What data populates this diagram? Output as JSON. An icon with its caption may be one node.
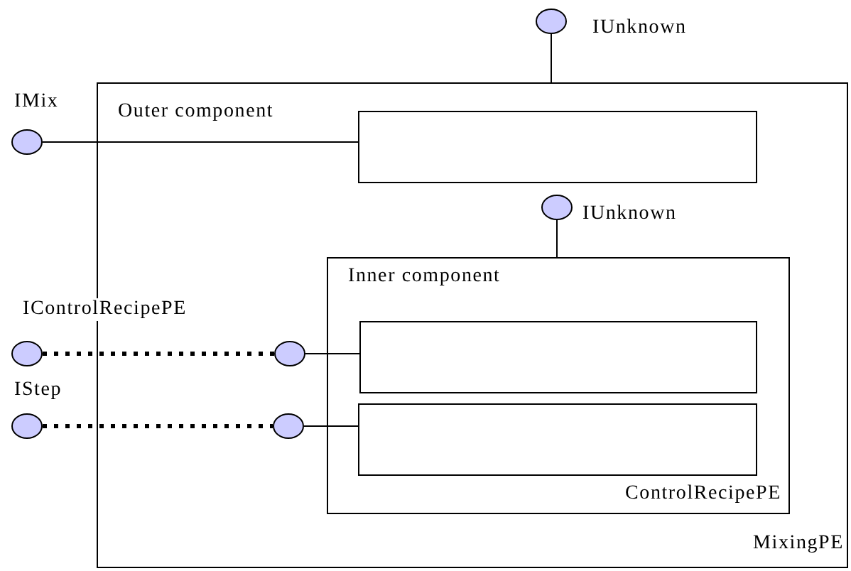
{
  "diagram": {
    "nodes": [
      {
        "text": [
          "Outer component",
          "MixingPE"
        ]
      },
      {
        "text": [],
        "shape": "circle",
        "beside": [
          "IUnknown"
        ]
      },
      {
        "text": [],
        "shape": "circle",
        "beside": [
          "IMix"
        ]
      },
      {
        "text": [],
        "shape": "box",
        "in": 0
      },
      {
        "text": [],
        "shape": "circle",
        "beside": [
          "IUnknown"
        ],
        "in": 0
      },
      {
        "text": [
          "Inner component",
          "ControlRecipePE"
        ],
        "in": 0
      },
      {
        "text": [],
        "shape": "circle",
        "beside": [
          "IControlRecipePE"
        ]
      },
      {
        "text": [],
        "shape": "circle",
        "beside": [
          "IStep"
        ]
      },
      {
        "text": [],
        "shape": "circle",
        "in": 0
      },
      {
        "text": [],
        "shape": "circle",
        "in": 0
      },
      {
        "text": [],
        "shape": "box",
        "in": 5
      },
      {
        "text": [],
        "shape": "box",
        "in": 5
      }
    ],
    "edges": [
      {
        "from": 1,
        "to": 0,
        "arrow": "none"
      },
      {
        "from": 2,
        "to": 3,
        "arrow": "none"
      },
      {
        "from": 4,
        "to": 5,
        "arrow": "none"
      },
      {
        "from": 6,
        "to": 8,
        "arrow": "none",
        "style": "dashed"
      },
      {
        "from": 8,
        "to": 10,
        "arrow": "none"
      },
      {
        "from": 7,
        "to": 9,
        "arrow": "none",
        "style": "dashed"
      },
      {
        "from": 9,
        "to": 11,
        "arrow": "none"
      }
    ]
  }
}
